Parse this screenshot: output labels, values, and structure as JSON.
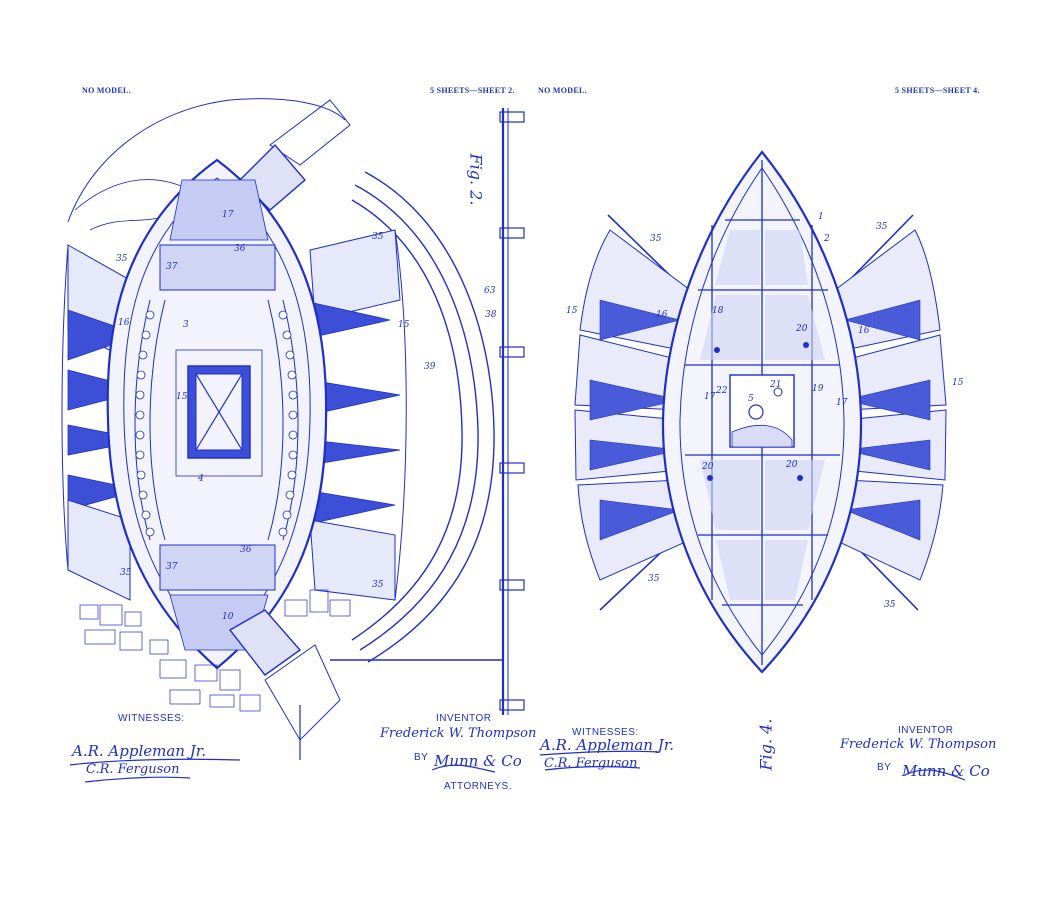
{
  "sheet2": {
    "no_model": "NO MODEL.",
    "sheet_label": "5 SHEETS—SHEET 2.",
    "figure": "Fig. 2.",
    "witnesses_label": "WITNESSES:",
    "witness_1": "A.R. Appleman Jr.",
    "witness_2": "C.R. Ferguson",
    "inventor_label": "INVENTOR",
    "inventor_name": "Frederick W. Thompson",
    "by_label": "BY",
    "attorney_sig": "Munn & Co",
    "attorneys_label": "ATTORNEYS.",
    "refs": [
      "35",
      "35",
      "35",
      "35",
      "16",
      "3",
      "15",
      "4",
      "37",
      "36",
      "37",
      "36",
      "17",
      "10",
      "15",
      "39",
      "38",
      "63"
    ]
  },
  "sheet4": {
    "no_model": "NO MODEL.",
    "sheet_label": "5 SHEETS—SHEET 4.",
    "figure": "Fig. 4.",
    "witnesses_label": "WITNESSES:",
    "witness_1": "A.R. Appleman Jr.",
    "witness_2": "C.R. Ferguson",
    "inventor_label": "INVENTOR",
    "inventor_name": "Frederick W. Thompson",
    "by_label": "BY",
    "attorney_sig": "Munn & Co",
    "refs": [
      "35",
      "35",
      "35",
      "35",
      "15",
      "15",
      "1",
      "2",
      "16",
      "16",
      "18",
      "20",
      "17",
      "22",
      "5",
      "21",
      "19",
      "17",
      "20",
      "20"
    ]
  },
  "colors": {
    "ink": "#1f2fc8",
    "paper": "#ffffff"
  }
}
